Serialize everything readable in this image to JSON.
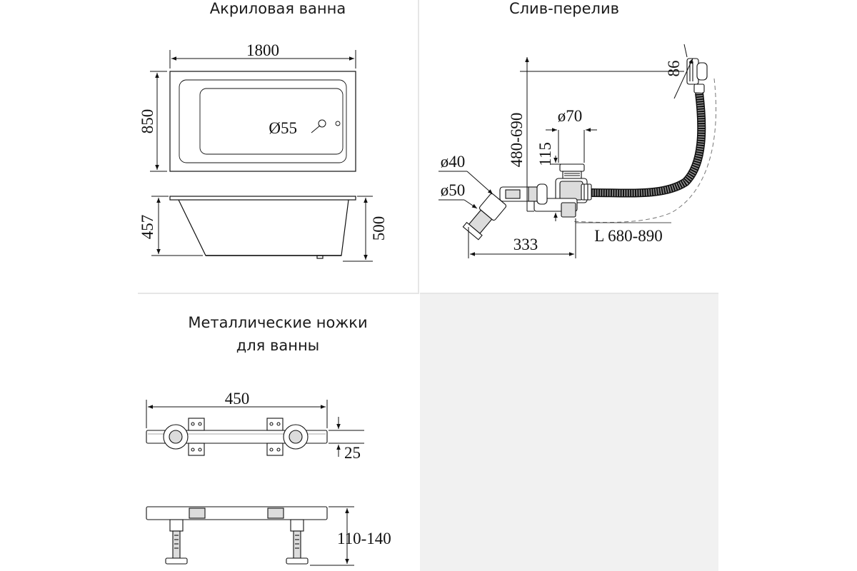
{
  "bathtub": {
    "title": "Акриловая ванна",
    "length": "1800",
    "width": "850",
    "drain_diameter": "Ø55",
    "height_inner": "457",
    "height_outer": "500"
  },
  "drain": {
    "title": "Слив-перелив",
    "height_range": "480-690",
    "overflow_size": "86",
    "diameter_70": "ø70",
    "height_115": "115",
    "diameter_40": "ø40",
    "diameter_50": "ø50",
    "length_333": "333",
    "hose_length": "L 680-890"
  },
  "legs": {
    "title_line1": "Металлические ножки",
    "title_line2": "для ванны",
    "width": "450",
    "thickness": "25",
    "height_range": "110-140"
  }
}
